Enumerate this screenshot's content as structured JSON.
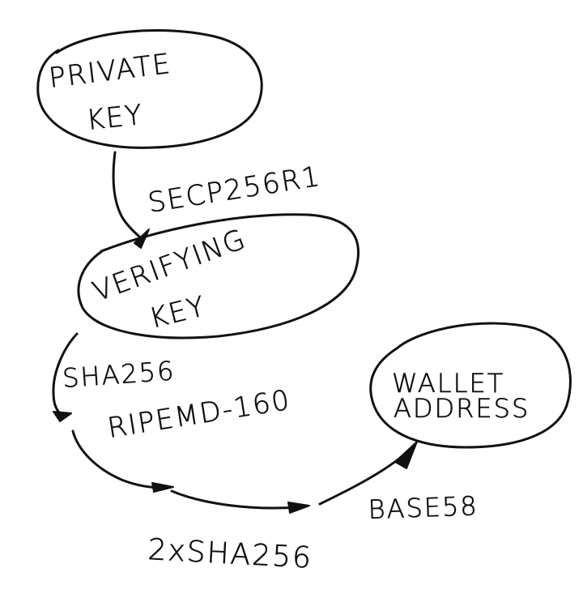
{
  "nodes": {
    "private_key": {
      "line1": "PRIVATE",
      "line2": "KEY"
    },
    "verifying_key": {
      "line1": "VERIFYING",
      "line2": "KEY"
    },
    "wallet_address": {
      "line1": "WALLET",
      "line2": "ADDRESS"
    }
  },
  "edges": {
    "secp": "SECP256R1",
    "sha256": "SHA256",
    "ripemd": "RIPEMD-160",
    "double_sha": "2xSHA256",
    "base58": "BASE58"
  },
  "colors": {
    "ink": "#111111",
    "background": "#ffffff"
  }
}
